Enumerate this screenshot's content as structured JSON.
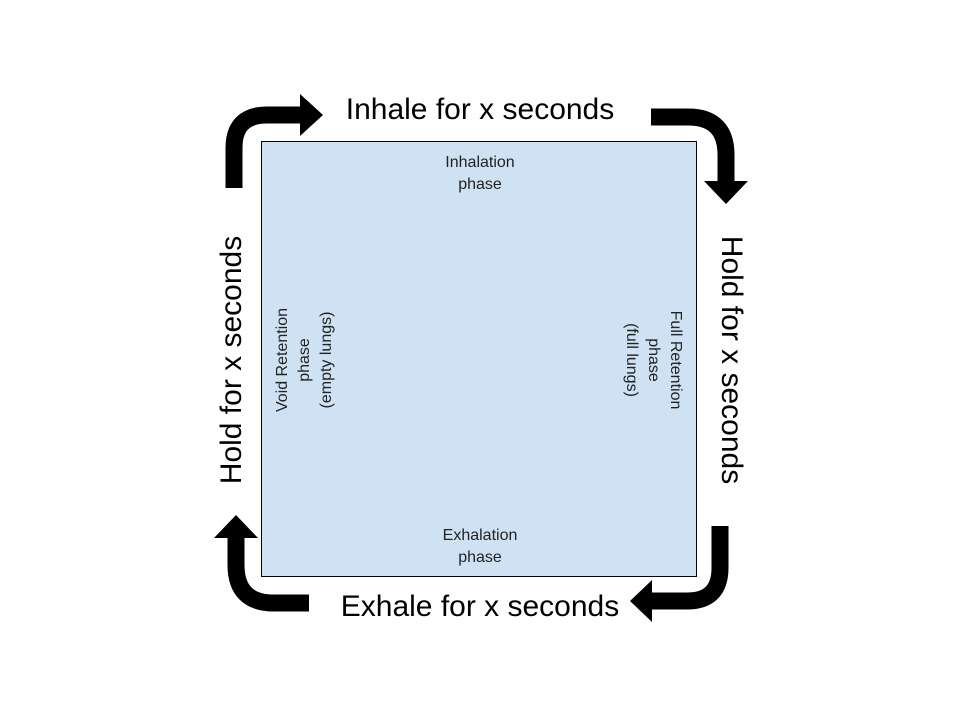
{
  "outer_labels": {
    "top": "Inhale for x seconds",
    "right": "Hold for x seconds",
    "bottom": "Exhale for x seconds",
    "left": "Hold for x seconds"
  },
  "phases": {
    "top": {
      "line1": "Inhalation",
      "line2": "phase"
    },
    "right": {
      "line1": "Full Retention",
      "line2": "phase",
      "line3": "(full lungs)"
    },
    "bottom": {
      "line1": "Exhalation",
      "line2": "phase"
    },
    "left": {
      "line1": "Void Retention",
      "line2": "phase",
      "line3": "(empty lungs)"
    }
  },
  "colors": {
    "box_fill": "#cfe2f3",
    "arrow": "#000000"
  },
  "icons": {
    "arrow_top_left": "curved-arrow-right-icon",
    "arrow_top_right": "curved-arrow-down-icon",
    "arrow_bottom_right": "curved-arrow-left-icon",
    "arrow_bottom_left": "curved-arrow-up-icon"
  }
}
